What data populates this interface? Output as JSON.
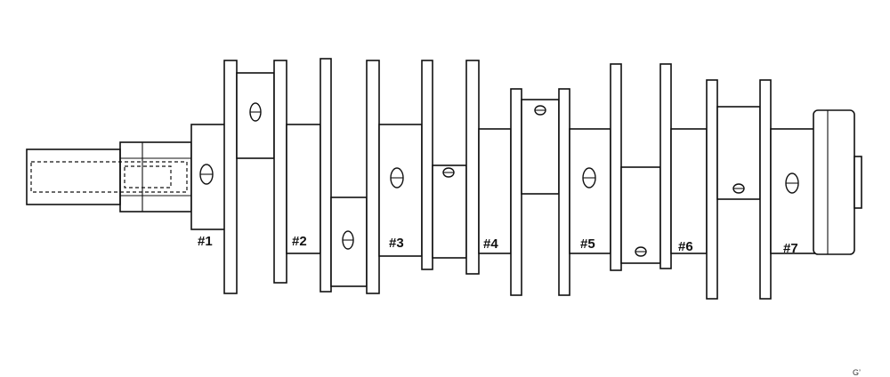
{
  "diagram": {
    "journal_labels": [
      "#1",
      "#2",
      "#3",
      "#4",
      "#5",
      "#6",
      "#7"
    ],
    "corner_code": "G’"
  }
}
